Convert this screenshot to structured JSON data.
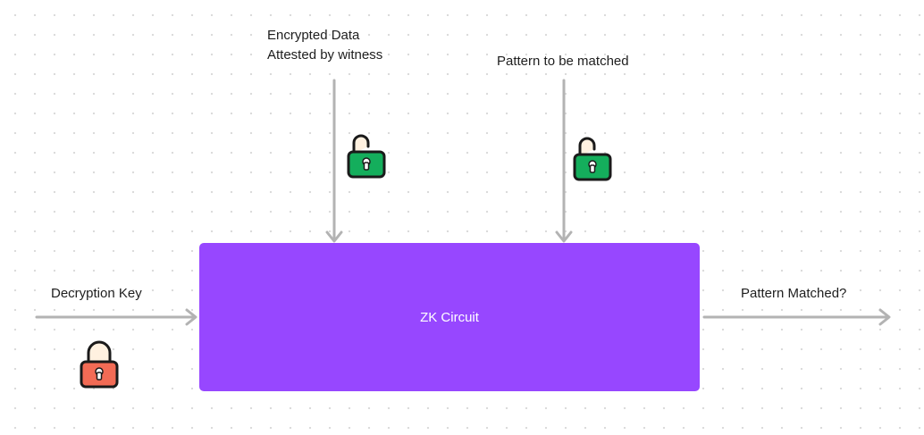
{
  "colors": {
    "circuit": "#9747ff",
    "arrow": "#b3b3b3",
    "lock_open": "#14ae5c",
    "lock_closed": "#f26b55",
    "lock_outline": "#1a1a1a",
    "shackle_fill": "#fff1e0"
  },
  "inputs": {
    "encrypted_data_line1": "Encrypted Data",
    "encrypted_data_line2": "Attested by witness",
    "pattern": "Pattern to be matched",
    "decryption_key": "Decryption Key"
  },
  "circuit": {
    "label": "ZK Circuit"
  },
  "output": {
    "label": "Pattern Matched?"
  },
  "icons": {
    "encrypted_data_lock": "open-lock-icon",
    "pattern_lock": "open-lock-icon",
    "decryption_key_lock": "closed-lock-icon"
  }
}
